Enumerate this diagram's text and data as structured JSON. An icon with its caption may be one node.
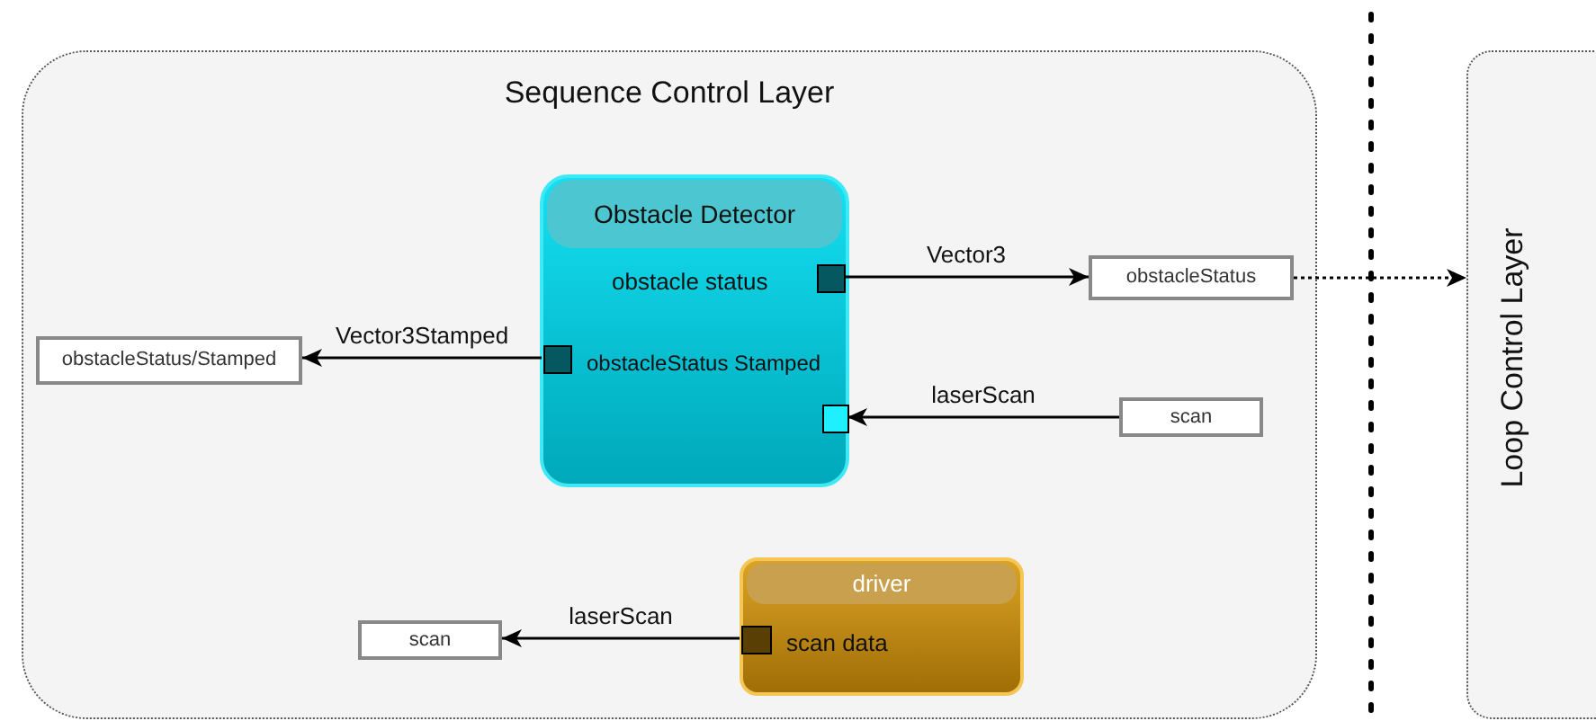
{
  "diagram": {
    "nodes": [
      {
        "text": [
          "Sequence Control Layer"
        ]
      },
      {
        "text": [
          "Obstacle Detector",
          "obstacle status",
          "obstacleStatus Stamped"
        ],
        "in": 0
      },
      {
        "text": [],
        "shape": "box",
        "in": 1
      },
      {
        "text": [],
        "shape": "box",
        "in": 1
      },
      {
        "text": [],
        "shape": "box",
        "in": 1
      },
      {
        "text": [
          "obstacleStatus"
        ],
        "in": 0
      },
      {
        "text": [
          "obstacleStatus/Stamped"
        ],
        "in": 0
      },
      {
        "text": [
          "scan"
        ],
        "in": 0
      },
      {
        "text": [
          "driver",
          "scan data"
        ],
        "in": 0
      },
      {
        "text": [],
        "shape": "box",
        "in": 8
      },
      {
        "text": [
          "scan"
        ],
        "in": 0
      },
      {
        "text": [
          "Loop Control Layer"
        ]
      }
    ],
    "edges": [
      {
        "from": 2,
        "to": 5,
        "arrow": "to",
        "label": "Vector3"
      },
      {
        "from": 3,
        "to": 6,
        "arrow": "to",
        "label": "Vector3Stamped"
      },
      {
        "from": 7,
        "to": 4,
        "arrow": "to",
        "label": "laserScan"
      },
      {
        "from": 9,
        "to": 10,
        "arrow": "to",
        "label": "laserScan"
      },
      {
        "from": 5,
        "to": 11,
        "arrow": "to",
        "style": "dashed"
      }
    ]
  }
}
